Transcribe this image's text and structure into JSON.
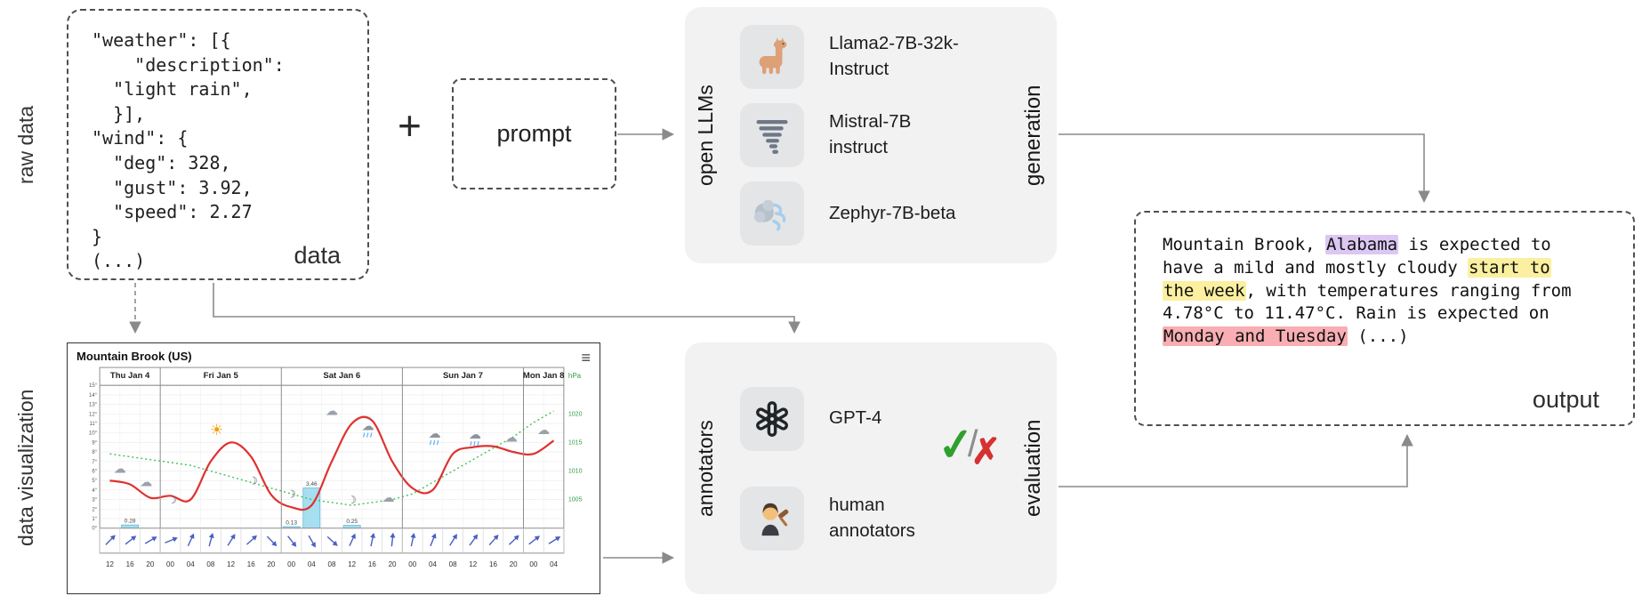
{
  "colors": {
    "panel_bg": "#f2f2f3",
    "tile_bg": "#e4e5e6",
    "dashed_border": "#4f4f4f",
    "arrow": "#8a8a8a"
  },
  "labels": {
    "raw_data": "raw data",
    "data_visualization": "data visualization",
    "plus": "+",
    "prompt": "prompt",
    "open_llms": "open LLMs",
    "generation": "generation",
    "annotators": "annotators",
    "evaluation": "evaluation"
  },
  "raw_data": {
    "text": "\"weather\": [{\n    \"description\":\n  \"light rain\",\n  }],\n\"wind\": {\n  \"deg\": 328,\n  \"gust\": 3.92,\n  \"speed\": 2.27\n}\n(...)",
    "caption": "data"
  },
  "llms": {
    "items": [
      {
        "icon": "llama-icon",
        "label": "Llama2-7B-32k-Instruct"
      },
      {
        "icon": "tornado-icon",
        "label": "Mistral-7B instruct"
      },
      {
        "icon": "wind-face-icon",
        "label": "Zephyr-7B-beta"
      }
    ]
  },
  "annotators": {
    "items": [
      {
        "icon": "openai-logo",
        "label": "GPT-4"
      },
      {
        "icon": "judge-icon",
        "label": "human annotators"
      }
    ],
    "check": "✓",
    "slash": "/",
    "cross": "✗"
  },
  "output": {
    "caption": "output",
    "highlight_colors": {
      "purple": "#dcc7f2",
      "yellow": "#faf0a0",
      "red": "#f8aeb2"
    },
    "lines": [
      [
        {
          "t": "Mountain Brook, "
        },
        {
          "t": "Alabama",
          "h": "purple"
        },
        {
          "t": " is expected to"
        }
      ],
      [
        {
          "t": "have a mild and mostly cloudy "
        },
        {
          "t": "start to",
          "h": "yellow"
        }
      ],
      [
        {
          "t": "the week",
          "h": "yellow"
        },
        {
          "t": ", with temperatures ranging from"
        }
      ],
      [
        {
          "t": "4.78°C to 11.47°C. Rain is expected on"
        }
      ],
      [
        {
          "t": "Monday and Tuesday",
          "h": "red"
        },
        {
          "t": " (...)"
        }
      ]
    ]
  },
  "chart_data": {
    "type": "line",
    "title": "Mountain Brook (US)",
    "menu_icon": "≡",
    "day_labels": [
      "Thu Jan 4",
      "Fri Jan 5",
      "Sat Jan 6",
      "Sun Jan 7",
      "Mon Jan 8"
    ],
    "day_spans": [
      [
        0,
        3
      ],
      [
        3,
        9
      ],
      [
        9,
        15
      ],
      [
        15,
        21
      ],
      [
        21,
        23
      ]
    ],
    "x_ticks": [
      "12",
      "16",
      "20",
      "00",
      "04",
      "08",
      "12",
      "16",
      "20",
      "00",
      "04",
      "08",
      "12",
      "16",
      "20",
      "00",
      "04",
      "08",
      "12",
      "16",
      "20",
      "00",
      "04"
    ],
    "y_left_ticks": [
      "15°",
      "14°",
      "13°",
      "12°",
      "11°",
      "10°",
      "9°",
      "8°",
      "7°",
      "6°",
      "5°",
      "4°",
      "3°",
      "2°",
      "1°",
      "0°"
    ],
    "y_left_range": [
      0,
      15
    ],
    "y_right_label": "hPa",
    "y_right_ticks": [
      1020,
      1015,
      1010,
      1005
    ],
    "y_right_range": [
      1000,
      1025
    ],
    "series": [
      {
        "name": "temperature",
        "color": "#e03131",
        "values": [
          5.0,
          4.6,
          3.2,
          3.4,
          3.0,
          7.0,
          9.0,
          7.5,
          3.5,
          2.2,
          2.4,
          7.0,
          11.0,
          11.3,
          7.0,
          4.2,
          4.0,
          7.8,
          8.5,
          8.6,
          8.0,
          7.8,
          9.2
        ]
      },
      {
        "name": "pressure",
        "color": "#40c057",
        "dashed": true,
        "values": [
          1013,
          1012.5,
          1012,
          1011.5,
          1011,
          1010,
          1009,
          1008,
          1007,
          1006,
          1005,
          1004.5,
          1004,
          1004.5,
          1005,
          1006,
          1008,
          1010,
          1012,
          1014,
          1016,
          1018.5,
          1020.5
        ]
      }
    ],
    "precipitation": {
      "color": "#a5dff0",
      "bars": [
        {
          "i": 1,
          "v": 0.28,
          "label": "0.28"
        },
        {
          "i": 9,
          "v": 0.13,
          "label": "0.13"
        },
        {
          "i": 10,
          "v": 3.46,
          "label": "3.46"
        },
        {
          "i": 12,
          "v": 0.25,
          "label": "0.25"
        }
      ]
    },
    "wind_deg": [
      225,
      232,
      240,
      248,
      205,
      195,
      212,
      228,
      315,
      322,
      330,
      312,
      205,
      192,
      186,
      192,
      202,
      212,
      216,
      222,
      226,
      232,
      238
    ],
    "weather_icons": [
      {
        "i": 1.0,
        "v": 5.8,
        "g": "cloud"
      },
      {
        "i": 2.3,
        "v": 4.4,
        "g": "cloud"
      },
      {
        "i": 3.6,
        "v": 2.6,
        "g": "moon"
      },
      {
        "i": 5.8,
        "v": 9.8,
        "g": "sun"
      },
      {
        "i": 7.6,
        "v": 4.6,
        "g": "moon"
      },
      {
        "i": 9.5,
        "v": 3.2,
        "g": "moon"
      },
      {
        "i": 11.5,
        "v": 11.9,
        "g": "cloud"
      },
      {
        "i": 12.5,
        "v": 2.6,
        "g": "moon"
      },
      {
        "i": 13.3,
        "v": 10.3,
        "g": "rain"
      },
      {
        "i": 14.3,
        "v": 2.8,
        "g": "cloud"
      },
      {
        "i": 16.6,
        "v": 9.5,
        "g": "rain"
      },
      {
        "i": 18.6,
        "v": 9.4,
        "g": "rain"
      },
      {
        "i": 20.4,
        "v": 9.1,
        "g": "cloud"
      },
      {
        "i": 22.0,
        "v": 9.9,
        "g": "cloud"
      }
    ]
  }
}
